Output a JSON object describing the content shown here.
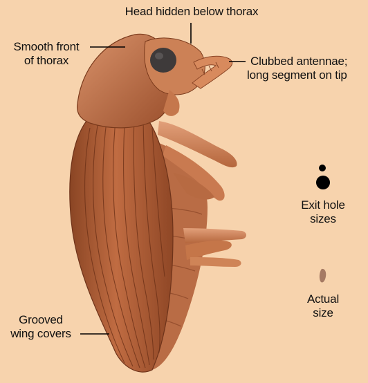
{
  "labels": {
    "head": "Head hidden below thorax",
    "thorax_l1": "Smooth front",
    "thorax_l2": "of thorax",
    "antennae_l1": "Clubbed antennae;",
    "antennae_l2": "long segment on tip",
    "exit_l1": "Exit hole",
    "exit_l2": "sizes",
    "actual_l1": "Actual",
    "actual_l2": "size",
    "wing_l1": "Grooved",
    "wing_l2": "wing covers"
  },
  "colors": {
    "background": "#f7d3ad",
    "beetle_dark": "#7a3a1c",
    "beetle_mid": "#b0613a",
    "beetle_light": "#d98d5e",
    "label_text": "#111111"
  }
}
